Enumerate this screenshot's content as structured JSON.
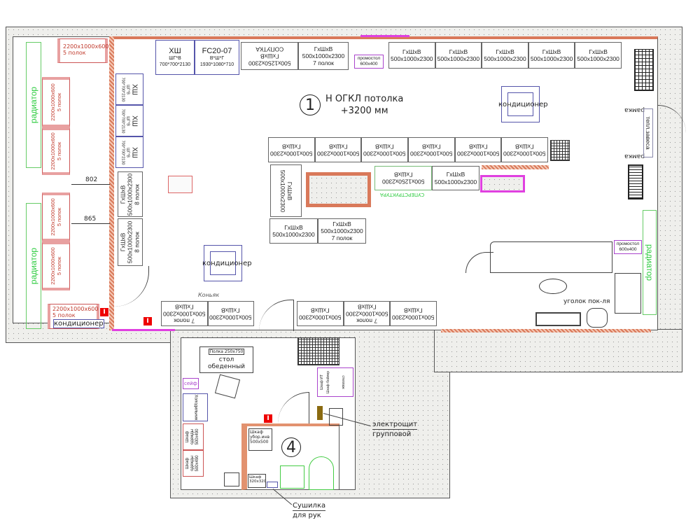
{
  "colors": {
    "wall": "#d9795a",
    "partition": "#e040e0",
    "radiator": "#2ecc40",
    "fire": "#ee0000"
  },
  "room1": {
    "number": "1",
    "ceiling_line1": "Н ОГКЛ потолка",
    "ceiling_line2": "+3200 мм"
  },
  "room4": {
    "number": "4"
  },
  "top": {
    "xsh": {
      "title": "ХШ",
      "dims_label": "ШГ*В",
      "dims": "700*700*2130"
    },
    "fc": {
      "title": "FC20-07",
      "dims_label": "В*Ш*Г",
      "dims": "1930*1080*710"
    },
    "soputka": {
      "l1": "СОПУТКА",
      "l2": "ГхШхВ",
      "l3": "500х1250х2300"
    },
    "shelf7": {
      "l1": "ГхШхВ",
      "l2": "500х1000х2300",
      "l3": "7 полок"
    },
    "promo": {
      "l1": "промостол",
      "l2": "600х400"
    },
    "right_shelves": [
      {
        "l1": "ГхШхВ",
        "l2": "500х1000х2300"
      },
      {
        "l1": "ГхШхВ",
        "l2": "500х1000х2300"
      },
      {
        "l1": "ГхШхВ",
        "l2": "500х1000х2300"
      },
      {
        "l1": "ГхШхВ",
        "l2": "500х1000х2300"
      },
      {
        "l1": "ГхШхВ",
        "l2": "500х1000х2300"
      }
    ]
  },
  "conditioner": "кондиционер",
  "frame": "рамка",
  "heat_curtain": "тепл.завеса",
  "middle": {
    "row": [
      {
        "l1": "ГхШхВ",
        "l2": "500х1000х2300"
      },
      {
        "l1": "ГхШхВ",
        "l2": "500х1000х2300"
      },
      {
        "l1": "ГхШхВ",
        "l2": "500х1000х2300"
      },
      {
        "l1": "ГхШхВ",
        "l2": "500х1000х2300"
      },
      {
        "l1": "ГхШхВ",
        "l2": "500х1000х2300"
      },
      {
        "l1": "ГхШхВ",
        "l2": "500х1000х2300"
      }
    ],
    "wide": {
      "l1": "ГхШхВ",
      "l2": "500х1250х2300"
    },
    "superstructure": "СУПЕРСТРУКТУРА",
    "normal": {
      "l1": "ГхШхВ",
      "l2": "500х1000х2300"
    },
    "vertical": {
      "l1": "ГхШхВ",
      "l2": "500х1000х2300"
    },
    "bottom": [
      {
        "l1": "ГхШхВ",
        "l2": "500х1000х2300",
        "l3": ""
      },
      {
        "l1": "ГхШхВ",
        "l2": "500х1000х2300",
        "l3": "7 полок"
      }
    ]
  },
  "left_wall": {
    "xsh": [
      {
        "t": "ХШ",
        "a": "ШГ*В",
        "d": "700*700*2130"
      },
      {
        "t": "ХШ",
        "a": "ШГ*В",
        "d": "700*700*2130"
      },
      {
        "t": "ХШ",
        "a": "ШГ*В",
        "d": "700*700*2130"
      }
    ],
    "shelves": [
      {
        "l1": "ГхШхВ",
        "l2": "500х1000х2300",
        "l3": "8 полок"
      },
      {
        "l1": "ГхШхВ",
        "l2": "500х1000х2300",
        "l3": "8 полок"
      }
    ]
  },
  "annex": {
    "racks": [
      {
        "l1": "2200х1000х600",
        "l2": "5 полок"
      },
      {
        "l1": "2200х1000х600",
        "l2": "5 полок"
      },
      {
        "l1": "2200х1000х600",
        "l2": "5 полок"
      },
      {
        "l1": "2200х1000х600",
        "l2": "5 полок"
      },
      {
        "l1": "2200х1000х600",
        "l2": "5 полок"
      },
      {
        "l1": "2200х1000х600",
        "l2": "5 полок"
      }
    ],
    "radiator": "радиатор",
    "dim1": "802",
    "dim2": "865"
  },
  "bottom_row": {
    "cognac": "Коньяк",
    "shelves": [
      {
        "l1": "ГхШхВ",
        "l2": "500х1000х2300",
        "l3": "7 полок"
      },
      {
        "l1": "ГхШхВ",
        "l2": "500х1000х2300",
        "l3": ""
      },
      {
        "l1": "ГхШхВ",
        "l2": "500х1000х2300",
        "l3": ""
      },
      {
        "l1": "ГхШхВ",
        "l2": "500х1000х2300",
        "l3": "7 полок"
      },
      {
        "l1": "ГхШхВ",
        "l2": "500х1000х2300",
        "l3": ""
      }
    ]
  },
  "right_area": {
    "promo_l1": "промостол",
    "promo_l2": "600х400",
    "radiator": "радиатор",
    "corner": "уголок пок-ля"
  },
  "staff": {
    "shelf": "Полка 250х750",
    "table": "стол обеденный",
    "safe": "сейф",
    "fridge": "Холодильник",
    "wardrobe": [
      {
        "l1": "Шкаф",
        "l2": "одежды",
        "l3": "500х490"
      },
      {
        "l1": "Шкаф",
        "l2": "одежды",
        "l3": "500х490"
      }
    ],
    "cleaning": {
      "l1": "Шкаф",
      "l2": "убор.инв",
      "l3": "500х500"
    },
    "small": {
      "l1": "Шкаф",
      "l2": "320х320"
    },
    "it": [
      "Шкаф ИТ",
      "Шкаф бойлер",
      "стеллаж"
    ],
    "panel_l1": "электрощит",
    "panel_l2": "групповой",
    "dryer_l1": "Сушилка",
    "dryer_l2": "для рук"
  },
  "fire_icon": "I"
}
